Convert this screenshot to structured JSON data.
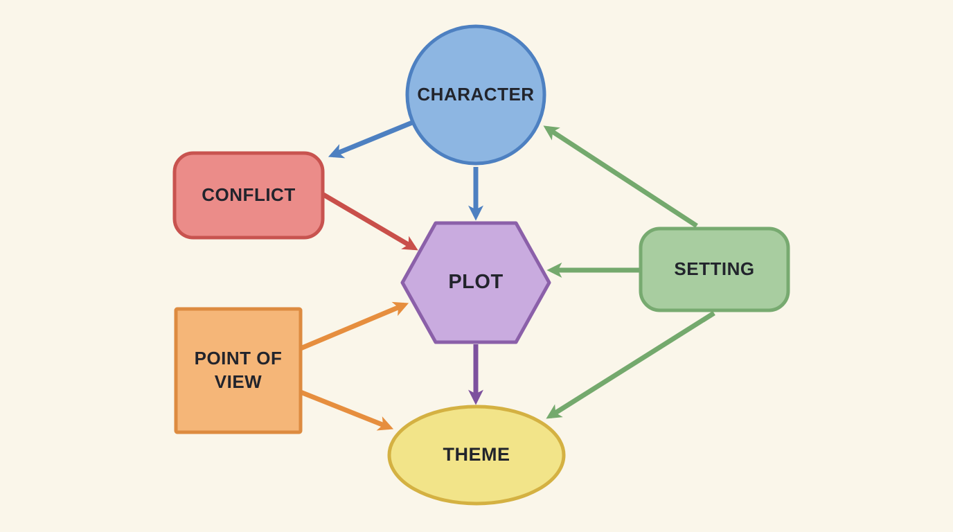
{
  "diagram": {
    "background": "#faf6ea",
    "text_color": "#22242c",
    "nodes": {
      "character": {
        "label": "CHARACTER",
        "shape": "circle",
        "fill": "#8db6e2",
        "stroke": "#4d80c1"
      },
      "conflict": {
        "label": "CONFLICT",
        "shape": "rounded-rectangle",
        "fill": "#eb8c89",
        "stroke": "#c8534f"
      },
      "plot": {
        "label": "PLOT",
        "shape": "hexagon",
        "fill": "#c9abdf",
        "stroke": "#8b60a9"
      },
      "setting": {
        "label": "SETTING",
        "shape": "rounded-rectangle",
        "fill": "#a8cda0",
        "stroke": "#77aa70"
      },
      "point_of_view": {
        "label": "POINT OF VIEW",
        "shape": "square",
        "fill": "#f5b678",
        "stroke": "#dd8b40"
      },
      "theme": {
        "label": "THEME",
        "shape": "ellipse",
        "fill": "#f2e489",
        "stroke": "#d4b142"
      }
    },
    "arrow_colors": {
      "blue": "#4d80c1",
      "red": "#c94f4a",
      "green": "#74a96d",
      "orange": "#e68e3e",
      "purple": "#7d519e"
    },
    "edges": [
      {
        "from": "character",
        "to": "conflict",
        "color": "blue"
      },
      {
        "from": "character",
        "to": "plot",
        "color": "blue"
      },
      {
        "from": "conflict",
        "to": "plot",
        "color": "red"
      },
      {
        "from": "setting",
        "to": "character",
        "color": "green"
      },
      {
        "from": "setting",
        "to": "plot",
        "color": "green"
      },
      {
        "from": "setting",
        "to": "theme",
        "color": "green"
      },
      {
        "from": "point_of_view",
        "to": "plot",
        "color": "orange"
      },
      {
        "from": "point_of_view",
        "to": "theme",
        "color": "orange"
      },
      {
        "from": "plot",
        "to": "theme",
        "color": "purple"
      }
    ]
  }
}
